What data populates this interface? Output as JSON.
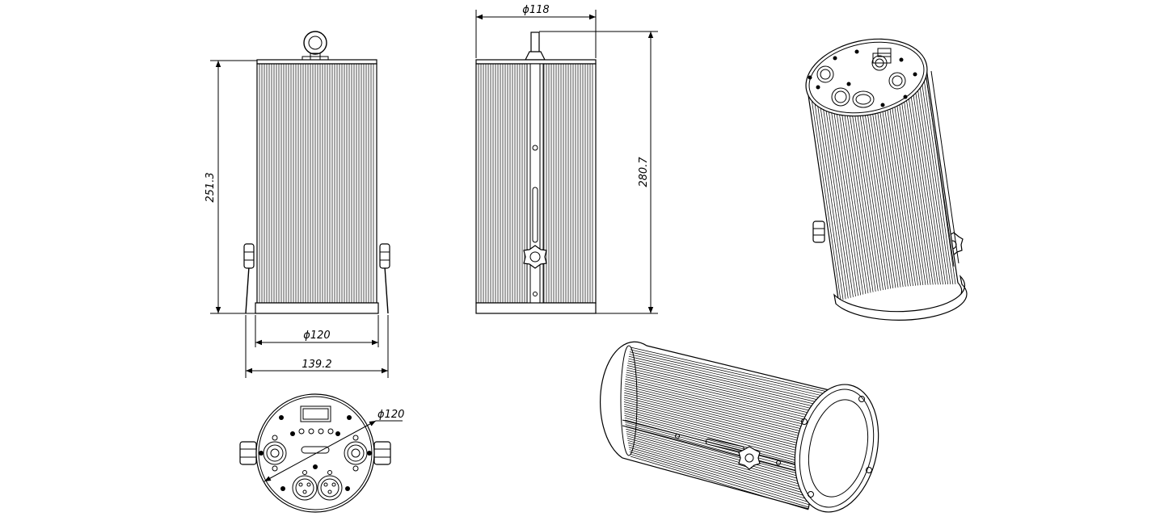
{
  "dimensions": {
    "front_height": "251.3",
    "front_width": "ϕ120",
    "bracket_width": "139.2",
    "side_diameter": "ϕ118",
    "side_height": "280.7",
    "bottom_diameter": "ϕ120"
  },
  "colors": {
    "line": "#000000",
    "background": "#ffffff"
  }
}
